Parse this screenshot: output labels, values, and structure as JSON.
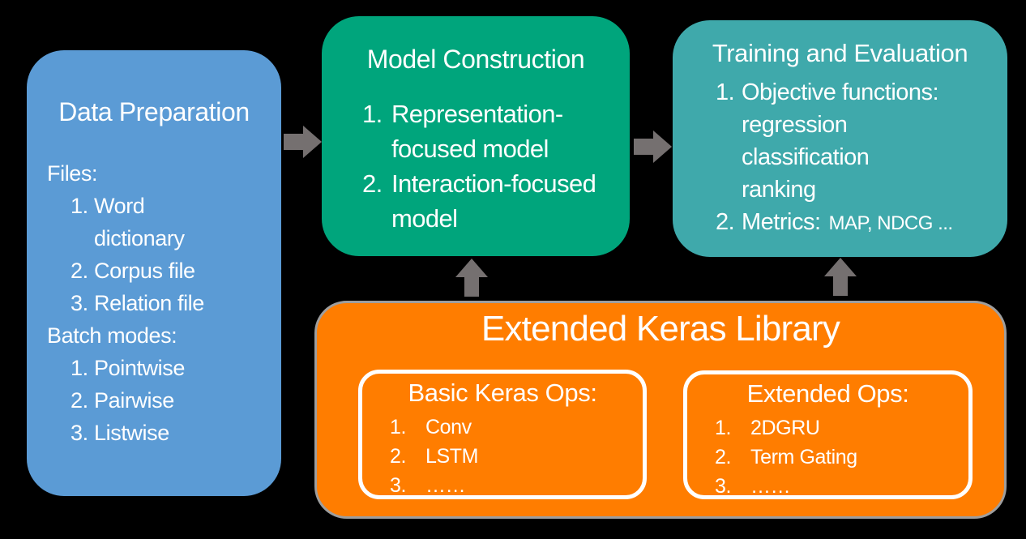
{
  "colors": {
    "bg": "#000000",
    "text": "#FFFFFF",
    "box-blue": "#5B9BD5",
    "box-green": "#00A57C",
    "box-teal": "#3FA9AB",
    "box-orange": "#FF7D00",
    "orange-border": "#9E9E9E",
    "arrow-gray": "#757070"
  },
  "boxes": {
    "data_preparation": {
      "title": "Data Preparation",
      "lines": [
        {
          "label": "Files:"
        },
        {
          "num": "1.",
          "text": "Word"
        },
        {
          "cont": "dictionary"
        },
        {
          "num": "2.",
          "text": "Corpus file"
        },
        {
          "num": "3.",
          "text": "Relation file"
        },
        {
          "label": "Batch modes:"
        },
        {
          "num": "1.",
          "text": "Pointwise"
        },
        {
          "num": "2.",
          "text": "Pairwise"
        },
        {
          "num": "3.",
          "text": "Listwise"
        }
      ]
    },
    "model_construction": {
      "title": "Model Construction",
      "lines": [
        {
          "num": "1.",
          "text": "Representation-"
        },
        {
          "cont": "focused model"
        },
        {
          "num": "2.",
          "text": "Interaction-focused"
        },
        {
          "cont": "model"
        }
      ]
    },
    "training_evaluation": {
      "title": "Training and Evaluation",
      "lines": [
        {
          "num": "1.",
          "text": "Objective functions:"
        },
        {
          "cont": "regression"
        },
        {
          "cont": "classification"
        },
        {
          "cont": "ranking"
        },
        {
          "num": "2.",
          "text": "Metrics:",
          "small": "MAP, NDCG ..."
        }
      ]
    },
    "keras_library": {
      "title": "Extended Keras Library",
      "basic_ops": {
        "title": "Basic Keras Ops:",
        "lines": [
          {
            "num": "1.",
            "text": "Conv"
          },
          {
            "num": "2.",
            "text": "LSTM"
          },
          {
            "num": "3.",
            "text": "……"
          }
        ]
      },
      "extended_ops": {
        "title": "Extended Ops:",
        "lines": [
          {
            "num": "1.",
            "text": "2DGRU"
          },
          {
            "num": "2.",
            "text": "Term Gating"
          },
          {
            "num": "3.",
            "text": "……"
          }
        ]
      }
    }
  }
}
